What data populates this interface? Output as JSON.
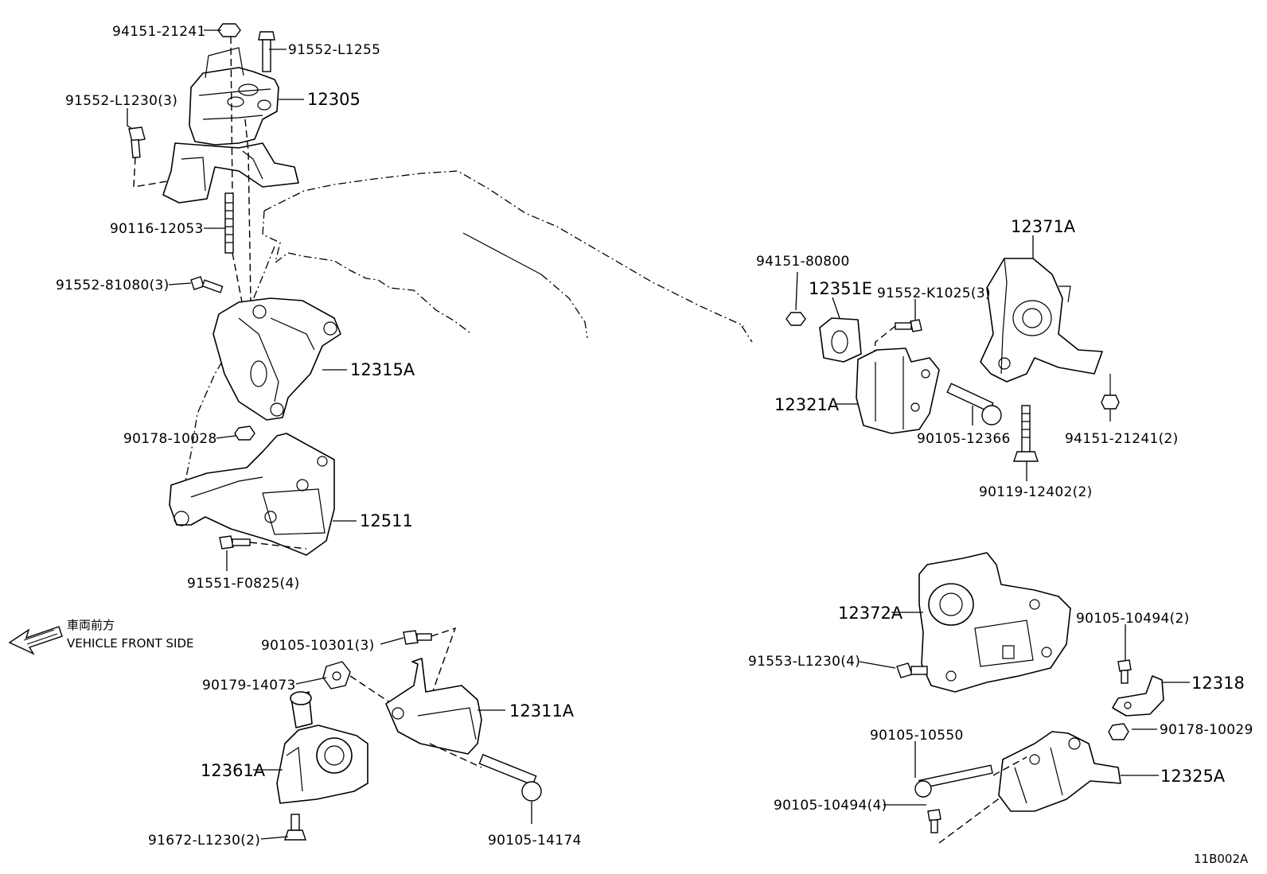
{
  "labels": {
    "p94151_21241": "94151-21241",
    "p91552_L1255": "91552-L1255",
    "p91552_L1230_3": "91552-L1230(3)",
    "p12305": "12305",
    "p90116_12053": "90116-12053",
    "p91552_81080_3": "91552-81080(3)",
    "p12315A": "12315A",
    "p90178_10028": "90178-10028",
    "p12511": "12511",
    "p91551_F0825_4": "91551-F0825(4)",
    "p90105_10301_3": "90105-10301(3)",
    "p90179_14073": "90179-14073",
    "p12311A": "12311A",
    "p12361A": "12361A",
    "p91672_L1230_2": "91672-L1230(2)",
    "p90105_14174": "90105-14174",
    "p12371A": "12371A",
    "p94151_80800": "94151-80800",
    "p12351E": "12351E",
    "p91552_K1025_3": "91552-K1025(3)",
    "p12321A": "12321A",
    "p90105_12366": "90105-12366",
    "p94151_21241_2": "94151-21241(2)",
    "p90119_12402_2": "90119-12402(2)",
    "p12372A": "12372A",
    "p90105_10494_2": "90105-10494(2)",
    "p91553_L1230_4": "91553-L1230(4)",
    "p12318": "12318",
    "p90178_10029": "90178-10029",
    "p90105_10550": "90105-10550",
    "p12325A": "12325A",
    "p90105_10494_4": "90105-10494(4)"
  },
  "front_side": {
    "japanese": "車両前方",
    "english": "VEHICLE FRONT SIDE",
    "icon": "arrow-left-icon"
  },
  "diagram_code": "11B002A"
}
